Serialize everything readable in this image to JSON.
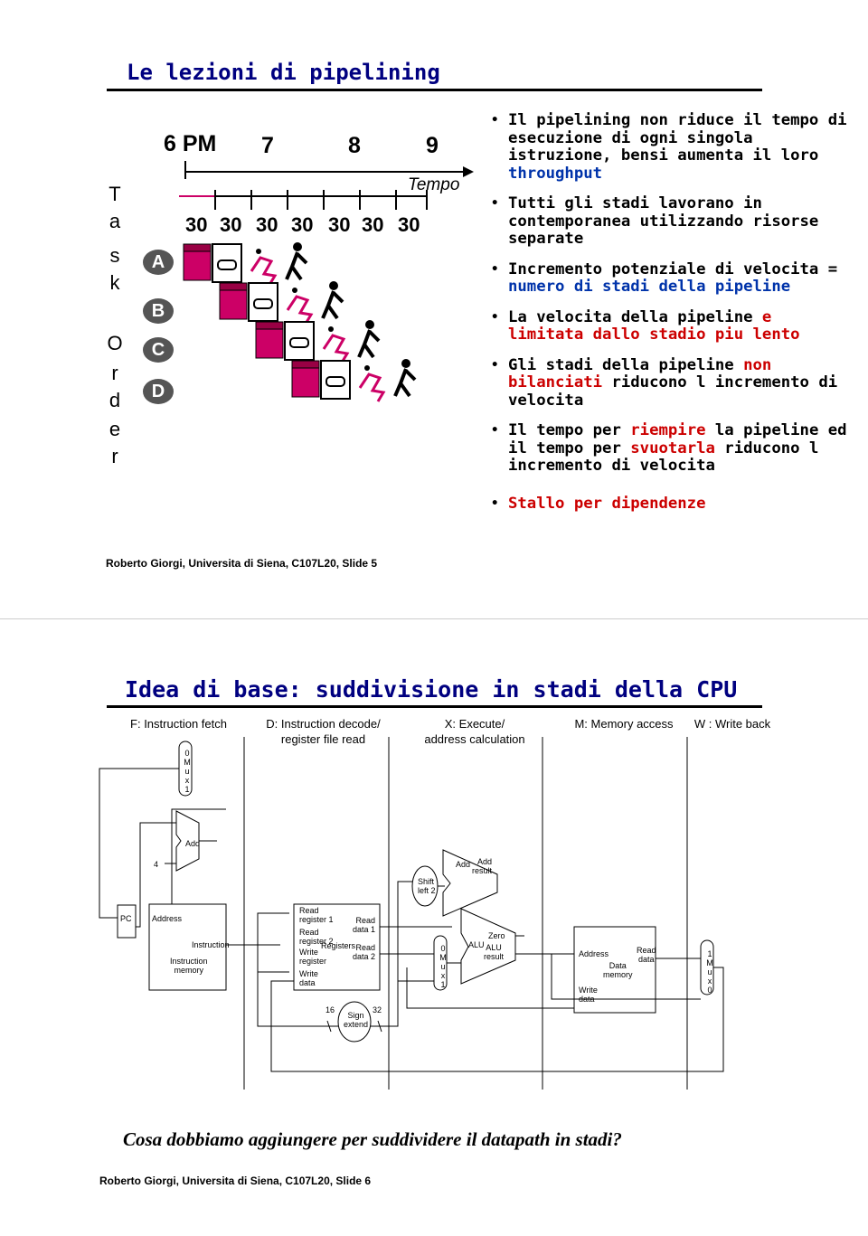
{
  "slide5": {
    "title": "Le lezioni di pipelining",
    "axis_letters": [
      "T",
      "a",
      "s",
      "k",
      "O",
      "r",
      "d",
      "e",
      "r"
    ],
    "times": [
      "6 PM",
      "7",
      "8",
      "9"
    ],
    "tempo": "Tempo",
    "durations": [
      "30",
      "30",
      "30",
      "30",
      "30",
      "30",
      "30"
    ],
    "tasks": [
      "A",
      "B",
      "C",
      "D"
    ],
    "bullets": [
      {
        "parts": [
          {
            "t": "Il pipelining non riduce il tempo di esecuzione di ogni singola istruzione, bensi aumenta il loro ",
            "c": ""
          },
          {
            "t": "throughput",
            "c": "blue"
          }
        ]
      },
      {
        "parts": [
          {
            "t": "Tutti gli stadi lavorano in contemporanea utilizzando risorse separate",
            "c": ""
          }
        ]
      },
      {
        "parts": [
          {
            "t": "Incremento potenziale di velocita = ",
            "c": ""
          },
          {
            "t": "numero di stadi della pipeline",
            "c": "blue"
          }
        ]
      },
      {
        "parts": [
          {
            "t": "La velocita della pipeline ",
            "c": ""
          },
          {
            "t": "e limitata dallo stadio piu lento",
            "c": "red"
          }
        ]
      },
      {
        "parts": [
          {
            "t": "Gli stadi della pipeline ",
            "c": ""
          },
          {
            "t": "non bilanciati",
            "c": "red"
          },
          {
            "t": " riducono l incremento di velocita",
            "c": ""
          }
        ]
      },
      {
        "parts": [
          {
            "t": "Il tempo per ",
            "c": ""
          },
          {
            "t": "riempire",
            "c": "red"
          },
          {
            "t": " la pipeline ed il tempo per ",
            "c": ""
          },
          {
            "t": "svuotarla",
            "c": "red"
          },
          {
            "t": " riducono l incremento di velocita",
            "c": ""
          }
        ]
      },
      {
        "parts": [
          {
            "t": "Stallo per dipendenze",
            "c": "red"
          }
        ]
      }
    ],
    "footer": "Roberto Giorgi, Universita di Siena, C107L20, Slide 5"
  },
  "slide6": {
    "title": "Idea di base: suddivisione in stadi della CPU",
    "stages": [
      "F: Instruction fetch",
      "D: Instruction decode/\nregister file read",
      "X: Execute/\naddress calculation",
      "M: Memory access",
      "W  : Write back"
    ],
    "labels": {
      "mux1": "0\nM\nu\nx\n1",
      "add": "Add",
      "four": "4",
      "shift": "Shift\nleft 2",
      "add2": "Add",
      "add_result": "Add\nresult",
      "pc": "PC",
      "address": "Address",
      "instruction": "Instruction",
      "imem": "Instruction\nmemory",
      "read_reg1": "Read\nregister 1",
      "read_reg2": "Read\nregister 2",
      "write_reg": "Write\nregister",
      "write_data": "Write\ndata",
      "registers": "Registers",
      "read_data1": "Read\ndata 1",
      "read_data2": "Read\ndata 2",
      "mux2": "0\nM\nu\nx\n1",
      "alu": "ALU",
      "zero": "Zero",
      "alu_result": "ALU\nresult",
      "mem_address": "Address",
      "mem_read_data": "Read\ndata",
      "dmem": "Data\nmemory",
      "mem_write_data": "Write\ndata",
      "mux3": "1\nM\nu\nx\n0",
      "sixteen": "16",
      "thirtytwo": "32",
      "sign": "Sign\nextend"
    },
    "question": "Cosa dobbiamo aggiungere per suddividere il datapath in stadi?",
    "footer": "Roberto Giorgi, Universita di Siena, C107L20, Slide 6"
  },
  "colors": {
    "title": "#000080",
    "accent_red": "#cc0000",
    "accent_blue": "#0033aa",
    "task_pink": "#cc0066"
  }
}
